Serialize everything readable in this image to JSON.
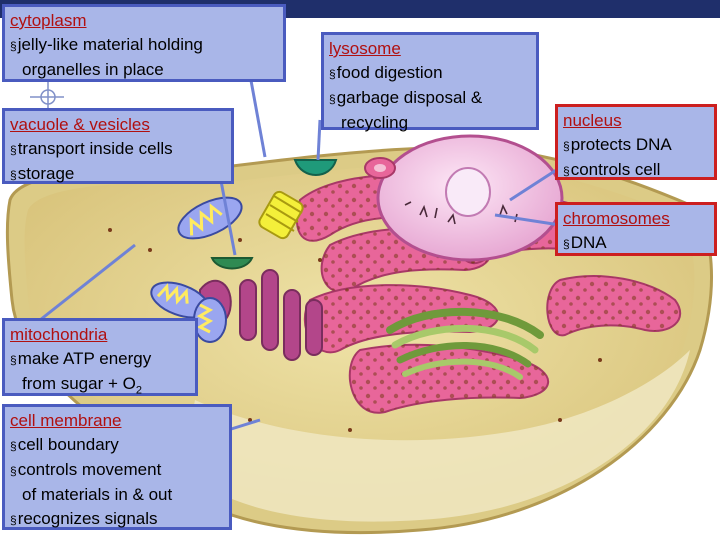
{
  "labels": {
    "cytoplasm": {
      "title": "cytoplasm",
      "lines": [
        "jelly-like material holding",
        "organelles in place"
      ]
    },
    "vacuole": {
      "title": "vacuole & vesicles",
      "lines": [
        "transport inside cells",
        "storage"
      ]
    },
    "lysosome": {
      "title": "lysosome",
      "lines": [
        "food digestion",
        "garbage disposal &",
        "recycling"
      ]
    },
    "nucleus": {
      "title": "nucleus",
      "lines": [
        "protects DNA",
        "controls cell"
      ]
    },
    "chromosomes": {
      "title": "chromosomes",
      "lines": [
        "DNA"
      ]
    },
    "mitochondria": {
      "title": "mitochondria",
      "lines": [
        "make ATP energy",
        "from sugar + O",
        "2"
      ]
    },
    "cell_membrane": {
      "title": "cell membrane",
      "lines": [
        "cell boundary",
        "controls movement",
        "of materials in & out",
        "recognizes signals"
      ]
    }
  },
  "bullet_glyph": "§",
  "colors": {
    "box_fill": "#a9b6e8",
    "box_border_blue": "#4a5bbf",
    "box_border_red": "#cc1f1f",
    "title_text": "#b01010",
    "cytoplasm": "#e4d392",
    "er_pink": "#e8669a",
    "nucleus": "#f3c4e6",
    "nucleolus": "#f9eaf8",
    "mitochondria": "#9aa6f0",
    "golgi": "#6f9a3b",
    "topbar": "#1f2f6b"
  }
}
